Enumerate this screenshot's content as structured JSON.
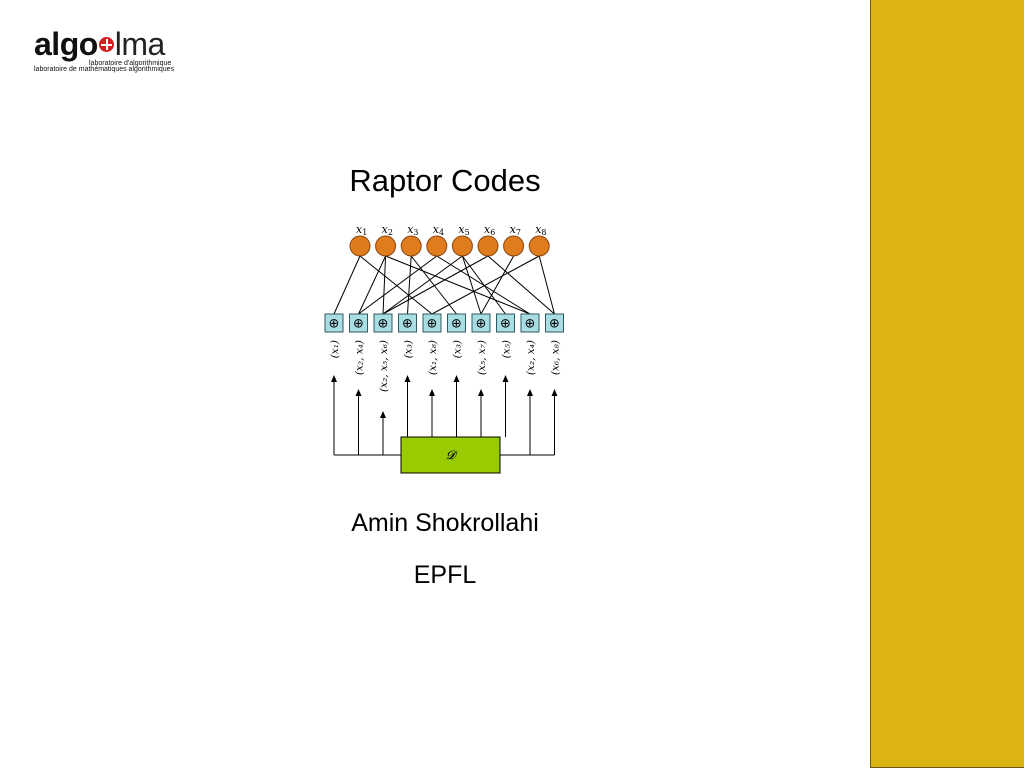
{
  "logo": {
    "word_main": "algo",
    "word_tail": "lma",
    "line1": "laboratoire d'algorithmique",
    "line2": "laboratoire de mathématiques algorithmiques"
  },
  "title": "Raptor Codes",
  "author": "Amin Shokrollahi",
  "affiliation": "EPFL",
  "colors": {
    "sidebar": "#dbb312",
    "input_node": "#e07c1e",
    "output_node": "#a9dde4",
    "decoder_box": "#99cc00",
    "logo_accent": "#d31f1f"
  },
  "diagram": {
    "inputs": [
      {
        "var": "x",
        "sub": "1"
      },
      {
        "var": "x",
        "sub": "2"
      },
      {
        "var": "x",
        "sub": "3"
      },
      {
        "var": "x",
        "sub": "4"
      },
      {
        "var": "x",
        "sub": "5"
      },
      {
        "var": "x",
        "sub": "6"
      },
      {
        "var": "x",
        "sub": "7"
      },
      {
        "var": "x",
        "sub": "8"
      }
    ],
    "output_symbol": "⊕",
    "outputs": [
      {
        "label": "(x₁)",
        "inputs": [
          1
        ],
        "arrow_from_decoder": true
      },
      {
        "label": "(x₂, x₄)",
        "inputs": [
          2,
          4
        ],
        "arrow_from_decoder": true
      },
      {
        "label": "(x₂, x₅, x₆)",
        "inputs": [
          2,
          5,
          6
        ],
        "arrow_from_decoder": true
      },
      {
        "label": "(x₃)",
        "inputs": [
          3
        ],
        "arrow_from_decoder": false
      },
      {
        "label": "(x₁, x₈)",
        "inputs": [
          1,
          8
        ],
        "arrow_from_decoder": true
      },
      {
        "label": "(x₃)",
        "inputs": [
          3
        ],
        "arrow_from_decoder": true
      },
      {
        "label": "(x₅, x₇)",
        "inputs": [
          5,
          7
        ],
        "arrow_from_decoder": true
      },
      {
        "label": "(x₅)",
        "inputs": [
          5
        ],
        "arrow_from_decoder": false
      },
      {
        "label": "(x₂, x₄)",
        "inputs": [
          2,
          4
        ],
        "arrow_from_decoder": true
      },
      {
        "label": "(x₆, x₈)",
        "inputs": [
          6,
          8
        ],
        "arrow_from_decoder": true
      }
    ],
    "decoder_label": "𝓓"
  }
}
